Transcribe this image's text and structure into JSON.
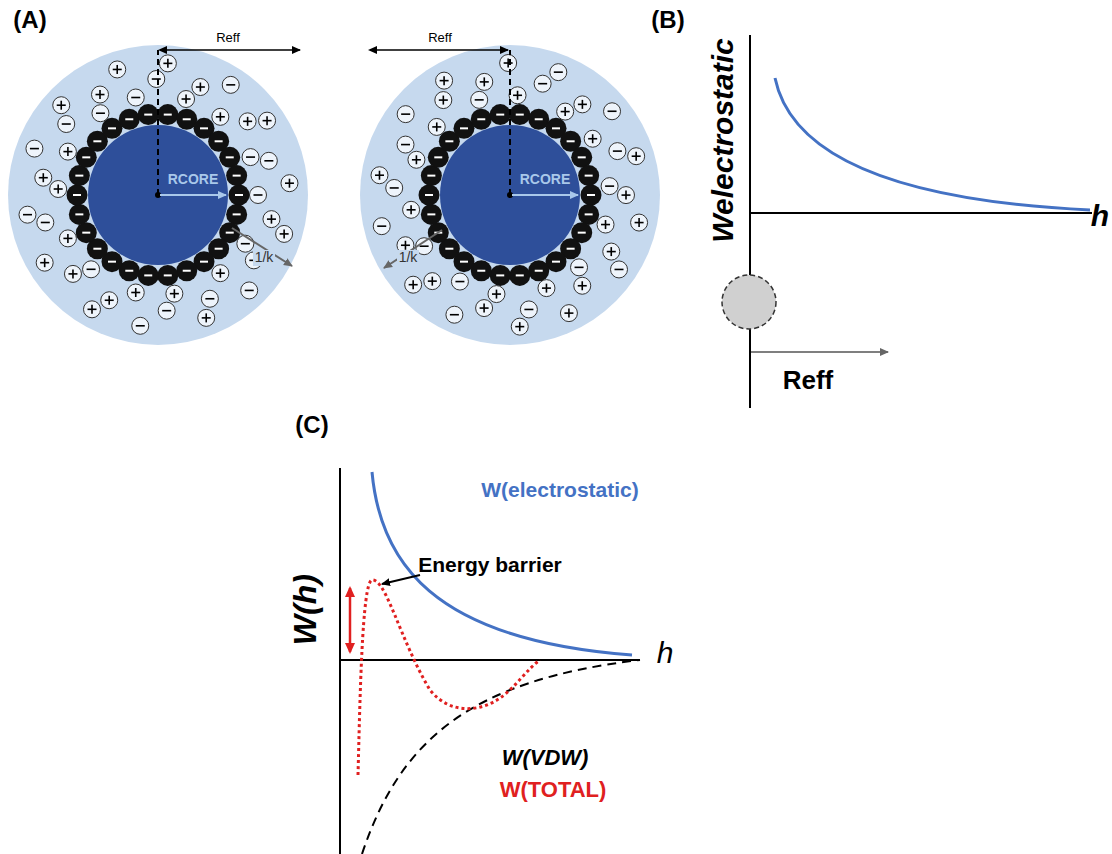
{
  "diagram": {
    "labels": [
      "(A)",
      "Reff",
      "Reff",
      "RCORE",
      "RCORE",
      "1/k",
      "1/k",
      "(B)",
      "Welectrostatic",
      "h",
      "Reff",
      "(C)",
      "W(electrostatic)",
      "Energy barrier",
      "W(h)",
      "h",
      "W(VDW)",
      "W(TOTAL)"
    ]
  }
}
